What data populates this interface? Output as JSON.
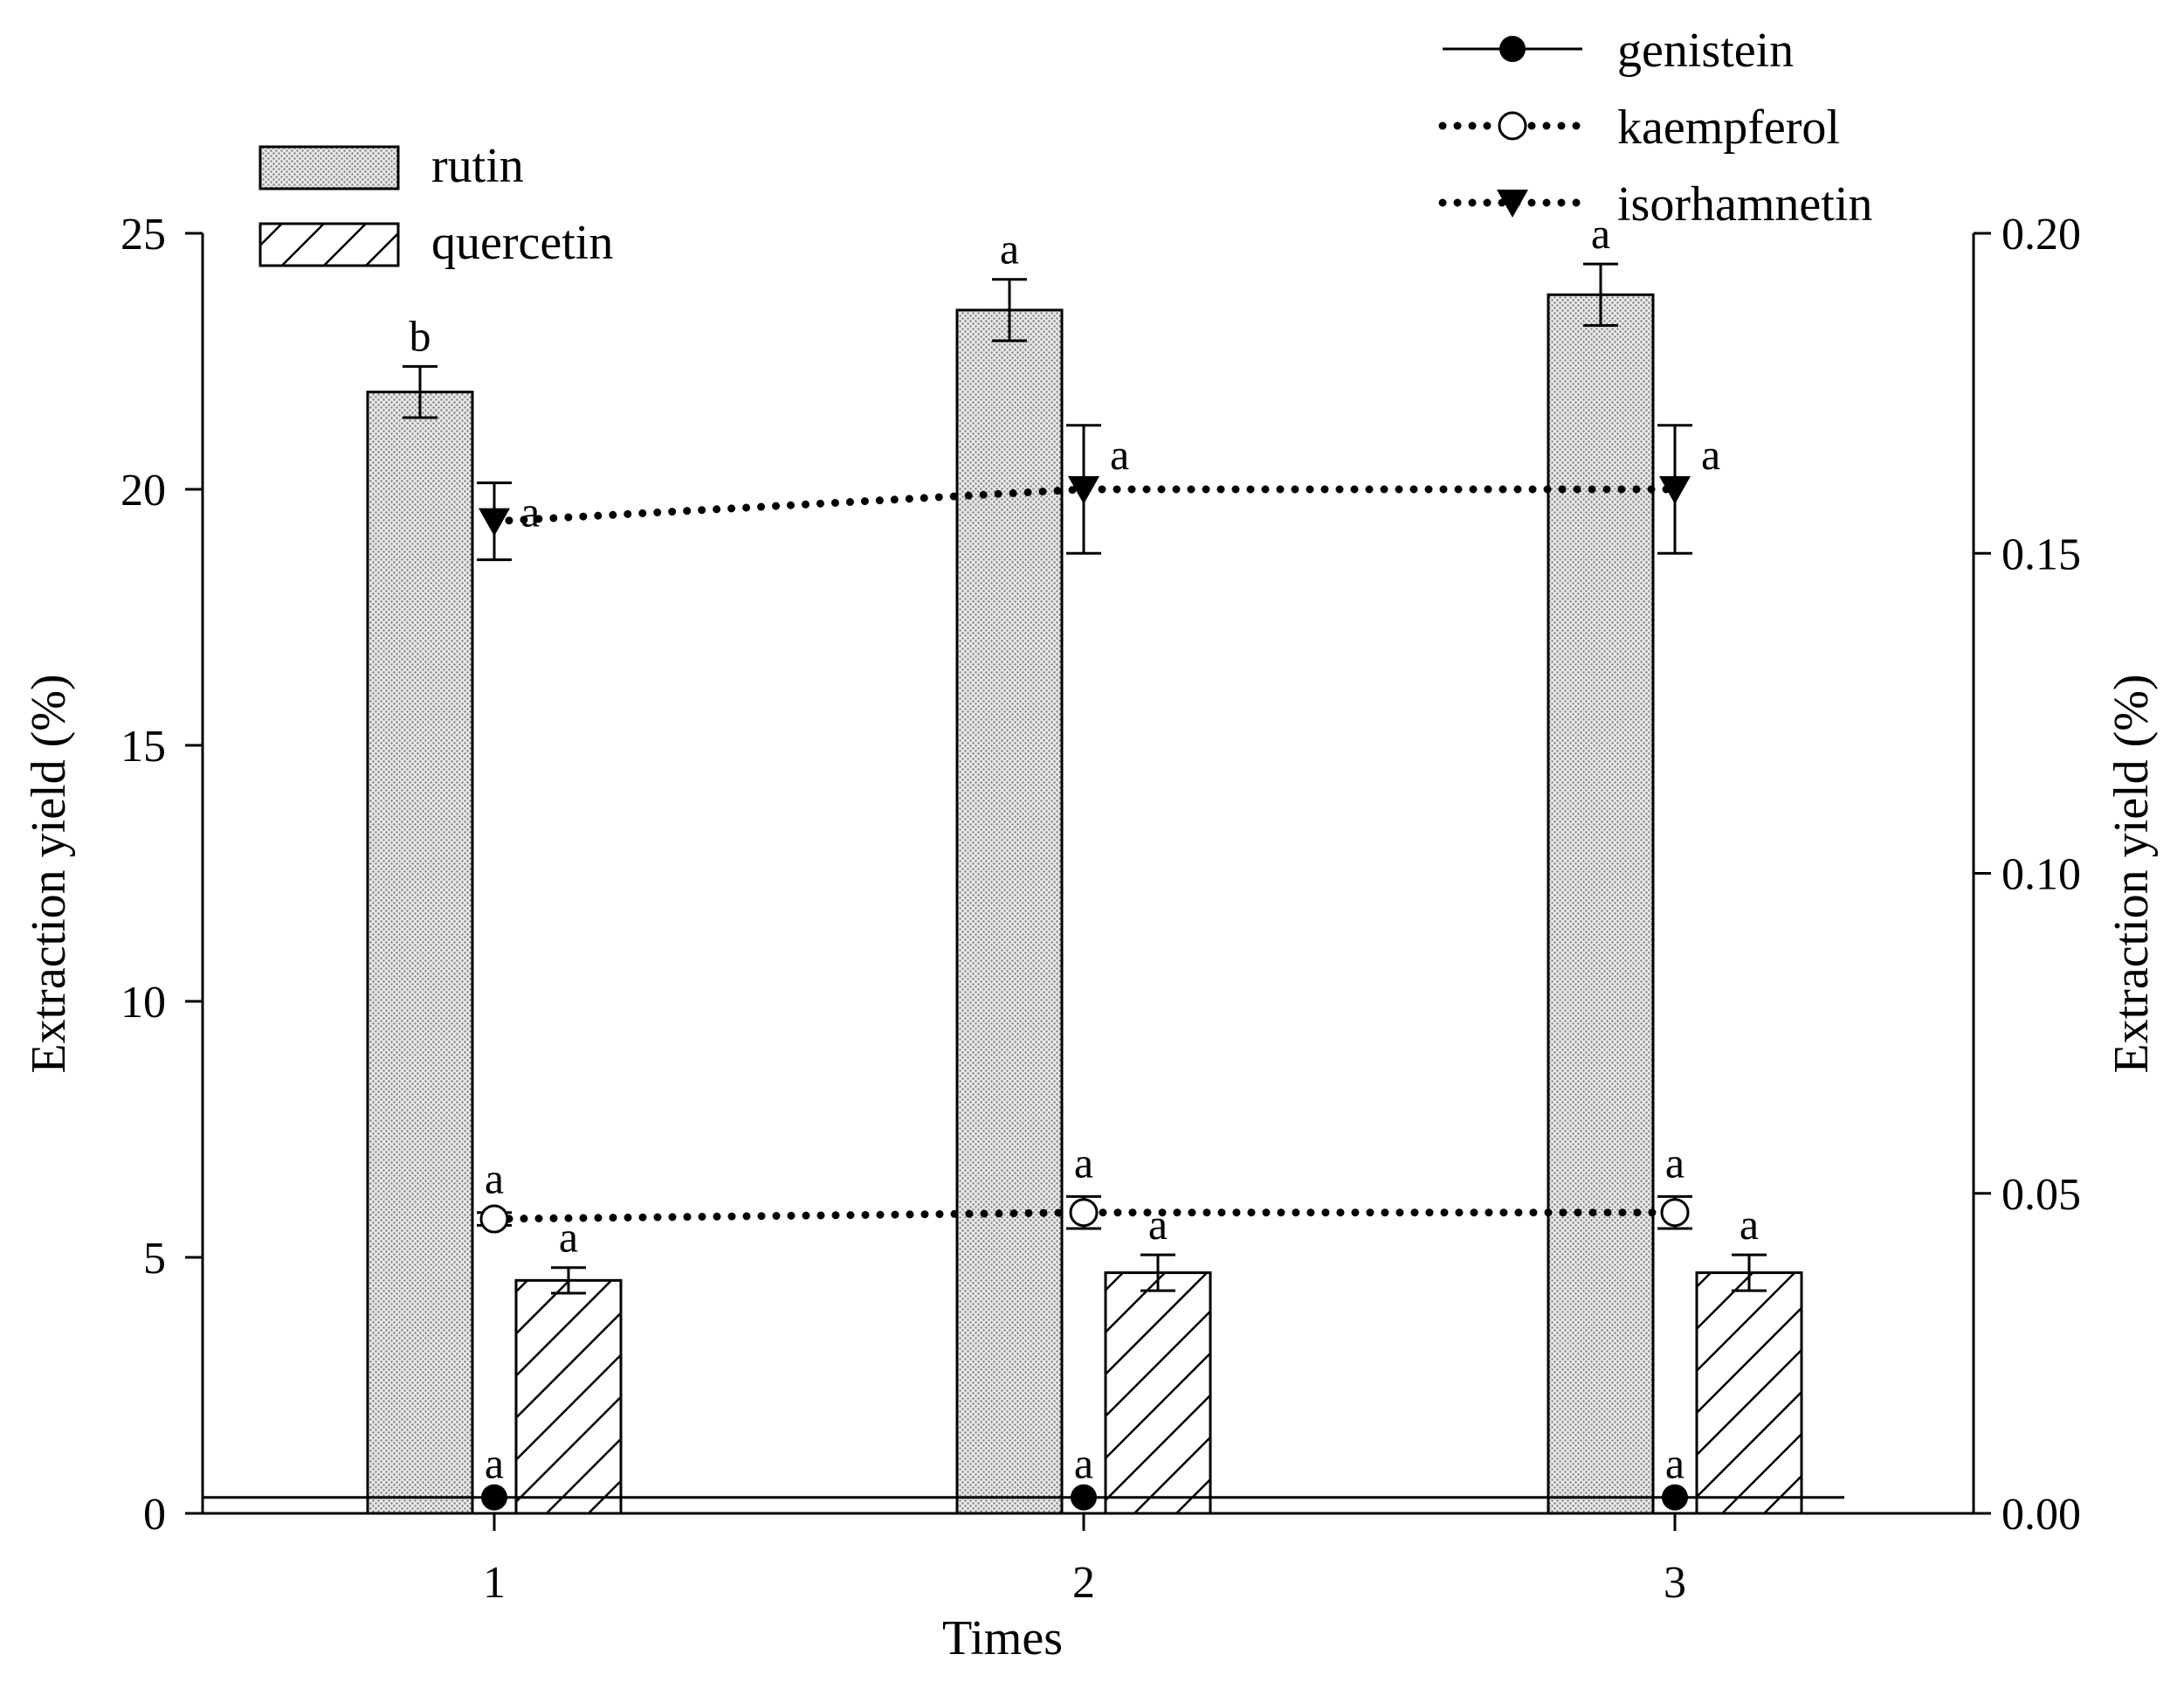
{
  "chart_data": {
    "type": "bar",
    "categories": [
      "1",
      "2",
      "3"
    ],
    "xlabel": "Times",
    "ylabel": "Extraction yield (%)",
    "y2label": "Extraction yield (%)",
    "ylim": [
      0,
      25
    ],
    "y2lim": [
      0,
      0.2
    ],
    "yticks": [
      "0",
      "5",
      "10",
      "15",
      "20",
      "25"
    ],
    "y2ticks": [
      "0.00",
      "0.05",
      "0.10",
      "0.15",
      "0.20"
    ],
    "bar_series": [
      {
        "name": "rutin",
        "axis": "left",
        "pattern": "dots",
        "values": [
          21.9,
          23.5,
          23.8
        ],
        "errors": [
          0.5,
          0.6,
          0.6
        ],
        "labels": [
          "b",
          "a",
          "a"
        ],
        "label_color": "#ff0000"
      },
      {
        "name": "quercetin",
        "axis": "left",
        "pattern": "hatch",
        "values": [
          4.55,
          4.7,
          4.7
        ],
        "errors": [
          0.25,
          0.35,
          0.35
        ],
        "labels": [
          "a",
          "a",
          "a"
        ],
        "label_color": "#0070c0"
      }
    ],
    "line_series": [
      {
        "name": "genistein",
        "axis": "right",
        "style": "solid",
        "marker": "filled-circle",
        "values": [
          0.0025,
          0.0025,
          0.0025
        ],
        "errors": [
          0,
          0,
          0
        ],
        "labels": [
          "a",
          "a",
          "a"
        ],
        "label_color": "#7030a0"
      },
      {
        "name": "kaempferol",
        "axis": "right",
        "style": "dotted",
        "marker": "open-circle",
        "values": [
          0.046,
          0.047,
          0.047
        ],
        "errors": [
          0.001,
          0.0025,
          0.0025
        ],
        "labels": [
          "a",
          "a",
          "a"
        ],
        "label_color": "#ff7f27"
      },
      {
        "name": "isorhamnetin",
        "axis": "right",
        "style": "dotted",
        "marker": "filled-triangle-down",
        "values": [
          0.155,
          0.16,
          0.16
        ],
        "errors": [
          0.006,
          0.01,
          0.01
        ],
        "labels": [
          "a",
          "a",
          "a"
        ],
        "label_color": "#00cc00"
      }
    ],
    "legend": {
      "bars_placement": "top-left",
      "lines_placement": "top-right"
    },
    "grid": false
  }
}
